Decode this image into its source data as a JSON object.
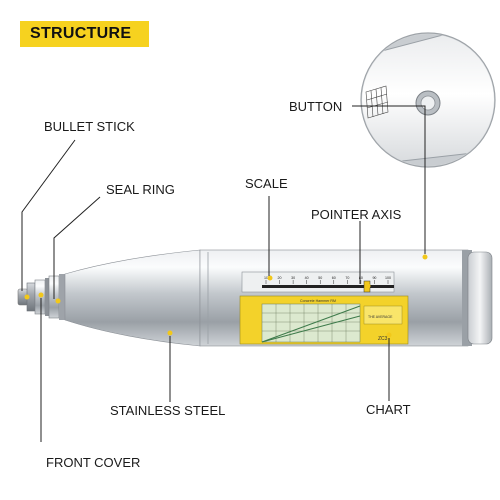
{
  "title": "STRUCTURE",
  "labels": {
    "button": "BUTTON",
    "bullet_stick": "BULLET STICK",
    "seal_ring": "SEAL RING",
    "scale": "SCALE",
    "pointer_axis": "POINTER AXIS",
    "stainless_steel": "STAINLESS STEEL",
    "chart": "CHART",
    "front_cover": "FRONT COVER"
  },
  "scale_ticks": [
    "10",
    "20",
    "30",
    "40",
    "50",
    "60",
    "70",
    "80",
    "90",
    "100"
  ],
  "chart_panel": {
    "header": "Concrete Hammer RM",
    "note": "THE AVERAGE",
    "model": "ZC3"
  },
  "colors": {
    "accent": "#f6d21f",
    "marker": "#f2c81a",
    "lines": "#222222",
    "steel": "#b9bec4"
  }
}
